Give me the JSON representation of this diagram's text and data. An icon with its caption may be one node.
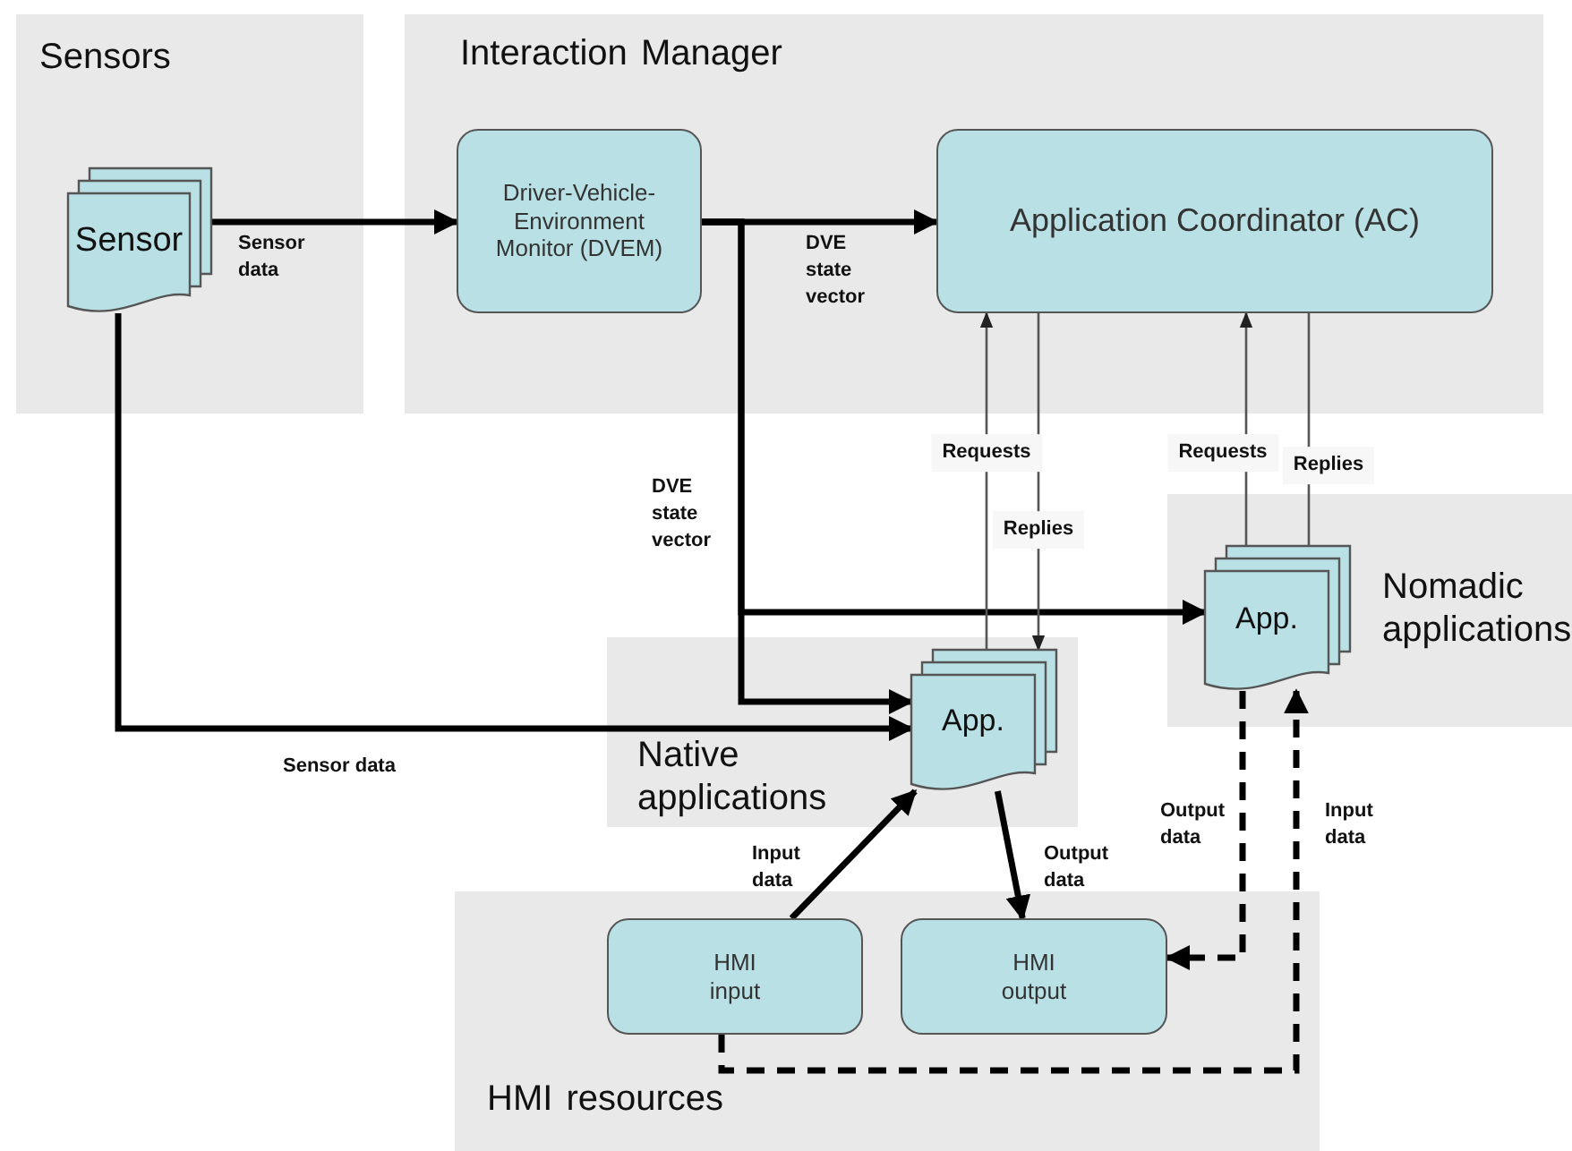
{
  "diagram": {
    "nodes": [
      {
        "text": [
          "Sensors"
        ]
      },
      {
        "text": [
          "Sensor"
        ],
        "in": 0
      },
      {
        "text": [
          "Interaction Manager"
        ]
      },
      {
        "text": [
          "Driver-Vehicle-Environment Monitor (DVEM)"
        ],
        "in": 2
      },
      {
        "text": [
          "Application Coordinator (AC)"
        ],
        "in": 2
      },
      {
        "text": [
          "Native applications"
        ]
      },
      {
        "text": [
          "App."
        ],
        "in": 5
      },
      {
        "text": [
          "Nomadic applications"
        ]
      },
      {
        "text": [
          "App."
        ],
        "in": 7
      },
      {
        "text": [
          "HMI resources"
        ]
      },
      {
        "text": [
          "HMI input"
        ],
        "in": 9
      },
      {
        "text": [
          "HMI output"
        ],
        "in": 9
      }
    ],
    "edges": [
      {
        "from": 1,
        "to": 3,
        "arrow": "to",
        "label": "Sensor data"
      },
      {
        "from": 3,
        "to": 4,
        "arrow": "to",
        "label": "DVE state vector"
      },
      {
        "from": 3,
        "to": 8,
        "arrow": "to",
        "label": "DVE state vector"
      },
      {
        "from": 3,
        "to": 6,
        "arrow": "to"
      },
      {
        "from": 1,
        "to": 6,
        "arrow": "to",
        "label": "Sensor data"
      },
      {
        "from": 6,
        "to": 4,
        "arrow": "to",
        "label": "Requests",
        "color": "#555555"
      },
      {
        "from": 4,
        "to": 6,
        "arrow": "to",
        "label": "Replies",
        "color": "#555555"
      },
      {
        "from": 8,
        "to": 4,
        "arrow": "to",
        "label": "Requests",
        "color": "#555555"
      },
      {
        "from": 4,
        "to": 8,
        "arrow": "none",
        "label": "Replies",
        "color": "#555555"
      },
      {
        "from": 10,
        "to": 6,
        "arrow": "to",
        "label": "Input data"
      },
      {
        "from": 6,
        "to": 11,
        "arrow": "to",
        "label": "Output data"
      },
      {
        "from": 8,
        "to": 11,
        "arrow": "to",
        "label": "Output data",
        "style": "dashed"
      },
      {
        "from": 10,
        "to": 8,
        "arrow": "to",
        "label": "Input data",
        "style": "dashed"
      }
    ]
  }
}
